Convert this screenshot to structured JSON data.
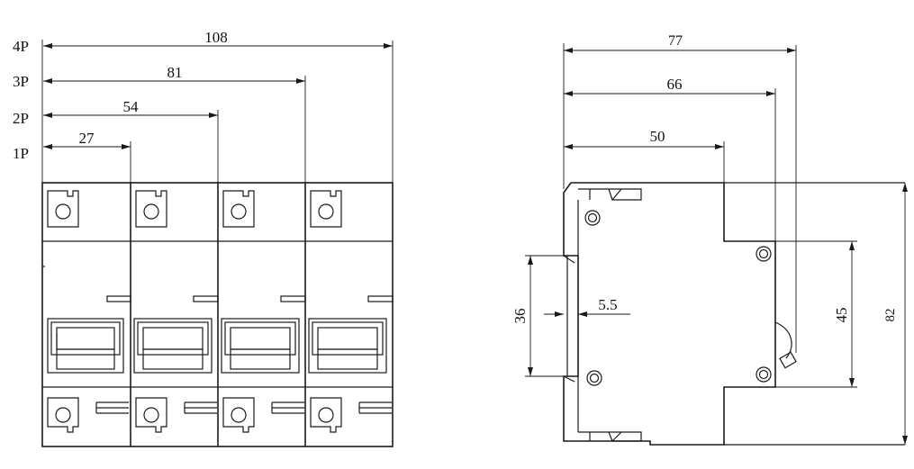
{
  "front_view": {
    "pole_labels": [
      "4P",
      "3P",
      "2P",
      "1P"
    ],
    "widths": [
      "108",
      "81",
      "54",
      "27"
    ]
  },
  "side_view": {
    "depths": [
      "77",
      "66",
      "50"
    ],
    "terminal_height": "36",
    "offset": "5.5",
    "body_height": "45",
    "overall_height": "82"
  },
  "colors": {
    "line": "#1a1a1a",
    "background": "#ffffff"
  }
}
